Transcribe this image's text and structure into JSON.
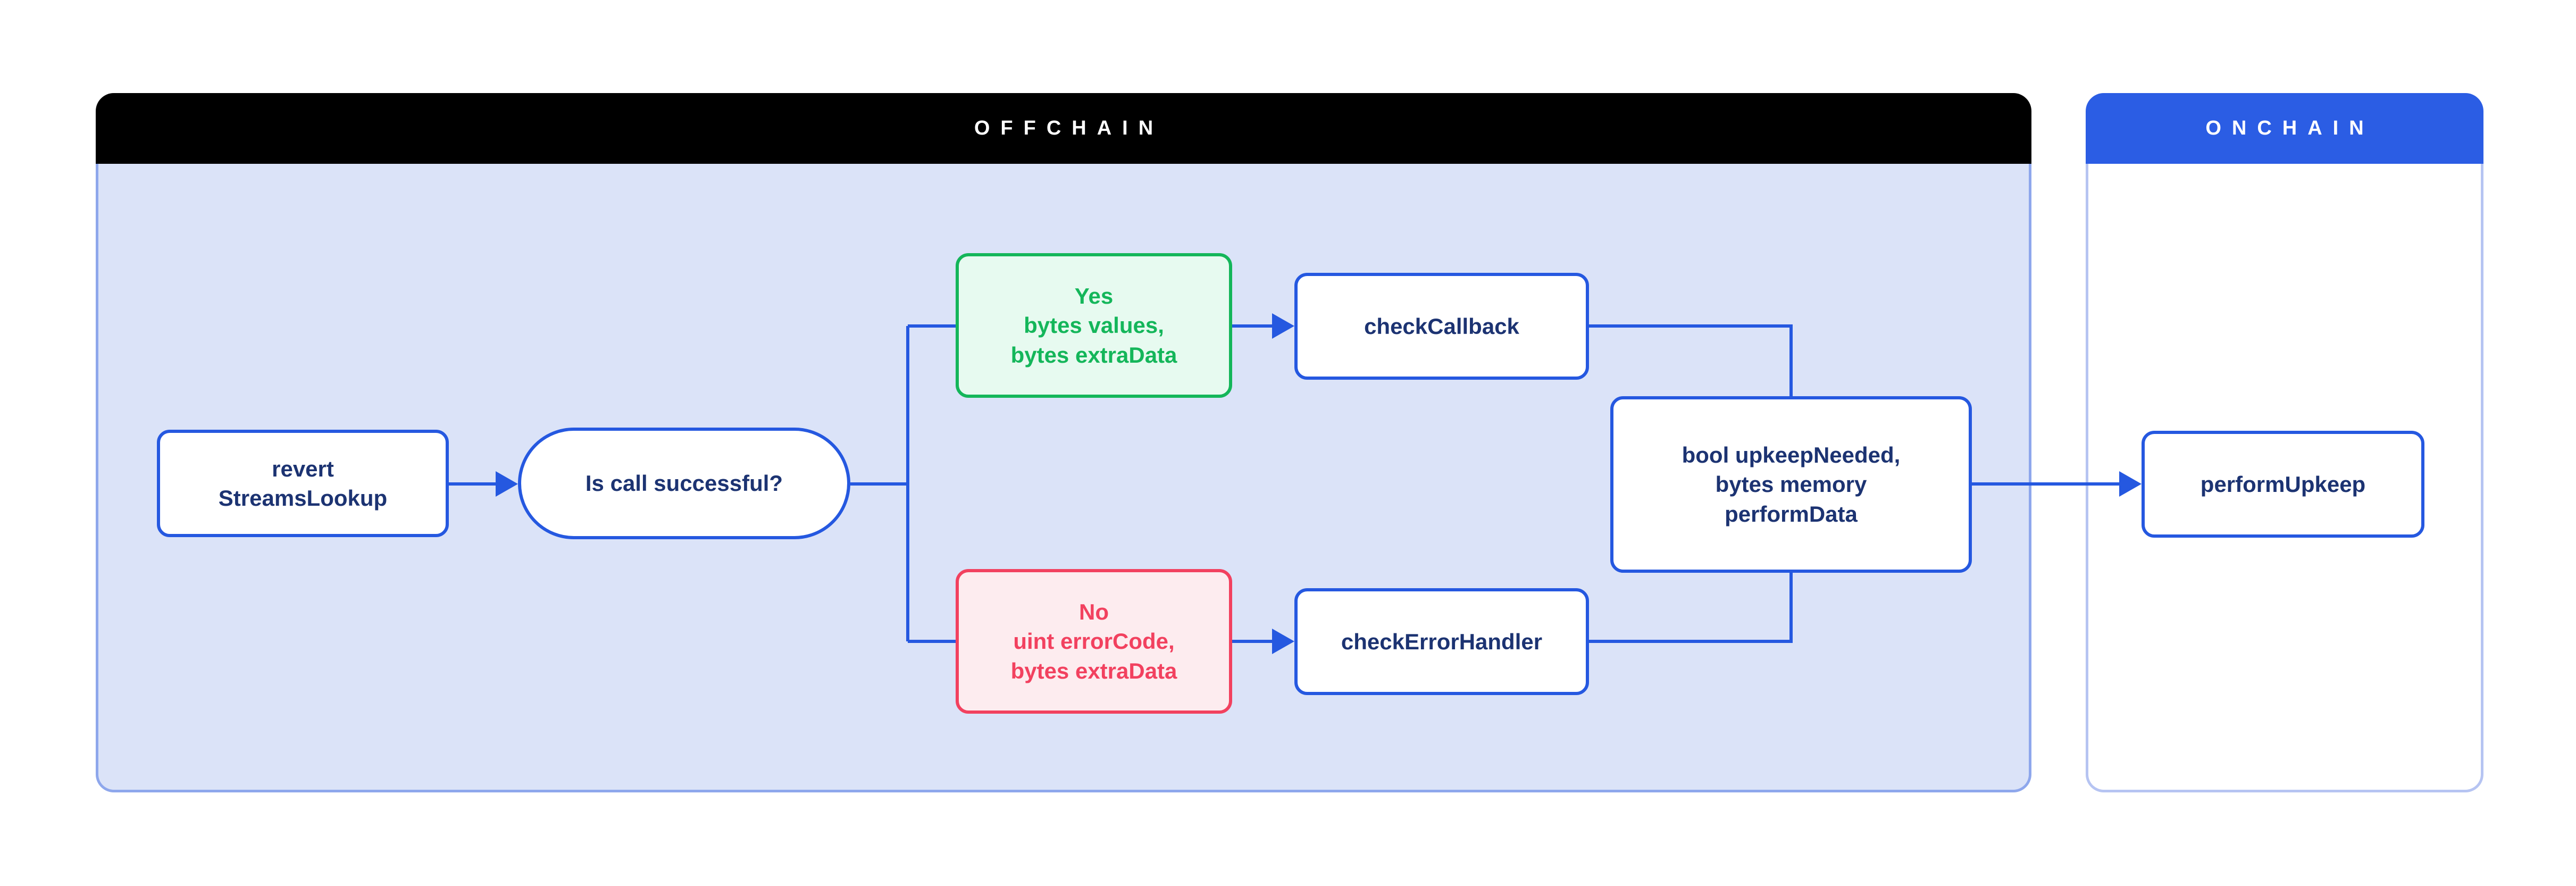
{
  "colors": {
    "accent_blue": "#2558e0",
    "navy_text": "#1c3372",
    "green": "#14b65a",
    "green_bg": "#e7faf0",
    "red": "#f2415f",
    "red_bg": "#fdecef",
    "offchain_header_bg": "#000000",
    "onchain_header_bg": "#2b5de4",
    "offchain_body_bg": "#dbe3f8",
    "offchain_panel_border": "#8ea7ec",
    "onchain_panel_border": "#b6c4f2"
  },
  "panels": {
    "offchain": {
      "title": "OFFCHAIN"
    },
    "onchain": {
      "title": "ONCHAIN"
    }
  },
  "nodes": {
    "revert_streams_lookup": {
      "label": "revert\nStreamsLookup"
    },
    "is_call_successful": {
      "label": "Is call successful?"
    },
    "yes_branch": {
      "label": "Yes\nbytes values,\nbytes extraData"
    },
    "no_branch": {
      "label": "No\nuint errorCode,\nbytes extraData"
    },
    "check_callback": {
      "label": "checkCallback"
    },
    "check_error_handler": {
      "label": "checkErrorHandler"
    },
    "upkeep_result": {
      "label": "bool upkeepNeeded,\nbytes memory\nperformData"
    },
    "perform_upkeep": {
      "label": "performUpkeep"
    }
  }
}
